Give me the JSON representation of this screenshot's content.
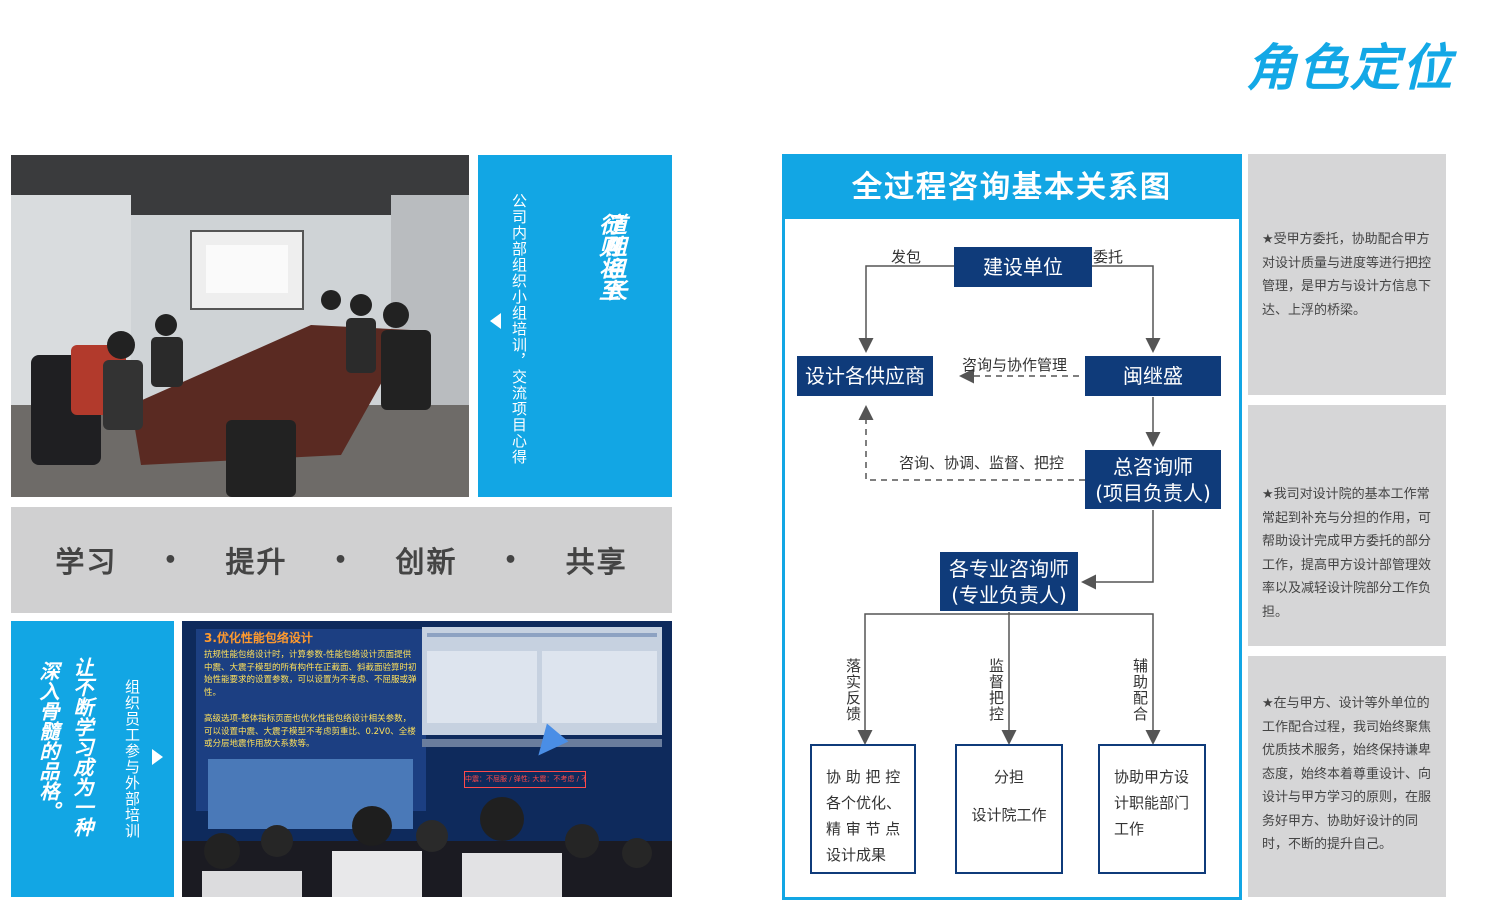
{
  "header": {
    "title": "角色定位"
  },
  "left": {
    "panel1": {
      "vertical_text": "公司内部组织小组培训，交流项目心得",
      "calligraphy_col1": "道阻且长",
      "calligraphy_col2": "行则将至"
    },
    "slogan": [
      "学习",
      "提升",
      "创新",
      "共享"
    ],
    "panel2": {
      "calligraphy_col1": "让不断学习成为一种",
      "calligraphy_col2": "深入骨髓的品格。",
      "vertical_text": "组织员工参与外部培训"
    },
    "slide": {
      "heading": "3.优化性能包络设计",
      "bullet1": "抗规性能包络设计时，计算参数-性能包络设计页面提供中震、大震子模型的所有构件在正截面、斜截面验算时初始性能要求的设置参数，可以设置为不考虑、不屈服或弹性。",
      "bullet2": "高级选项-整体指标页面也优化性能包络设计相关参数，可以设置中震、大震子模型不考虑剪重比、0.2V0、全楼或分层地震作用放大系数等。",
      "status": "中震：不屈服 / 弹性; 大震：不考虑 / 不屈服"
    }
  },
  "diagram": {
    "title": "全过程咨询基本关系图",
    "nodes": {
      "client": "建设单位",
      "suppliers": "设计各供应商",
      "company": "闽继盛",
      "chief_line1": "总咨询师",
      "chief_line2": "(项目负责人)",
      "specialist_line1": "各专业咨询师",
      "specialist_line2": "(专业负责人)"
    },
    "labels": {
      "contract": "发包",
      "entrust": "委托",
      "consult_manage": "咨询与协作管理",
      "consult_roles": "咨询、协调、监督、把控",
      "feedback": "落实反馈",
      "supervise": "监督把控",
      "assist": "辅助配合"
    },
    "leaves": {
      "leaf1": [
        "协 助 把 控",
        "各个优化、",
        "精 审 节 点",
        "设计成果"
      ],
      "leaf2": [
        "分担",
        "设计院工作"
      ],
      "leaf3": [
        "协助甲方设",
        "计职能部门",
        "工作"
      ]
    }
  },
  "notes": [
    "★受甲方委托，协助配合甲方对设计质量与进度等进行把控管理，是甲方与设计方信息下达、上浮的桥梁。",
    "★我司对设计院的基本工作常常起到补充与分担的作用，可帮助设计完成甲方委托的部分工作，提高甲方设计部管理效率以及减轻设计院部分工作负担。",
    "★在与甲方、设计等外单位的工作配合过程，我司始终聚焦优质技术服务，始终保持谦卑态度，始终本着尊重设计、向设计与甲方学习的原则，在服务好甲方、协助好设计的同时，不断的提升自己。"
  ]
}
